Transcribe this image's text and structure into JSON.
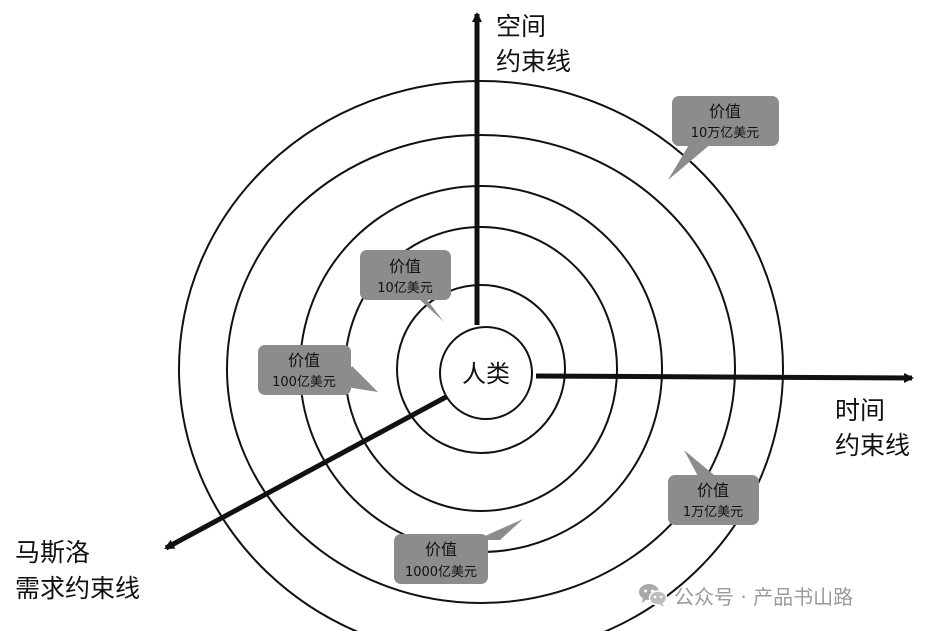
{
  "axes": {
    "space": {
      "line1": "空间",
      "line2": "约束线"
    },
    "time": {
      "line1": "时间",
      "line2": "约束线"
    },
    "maslow": {
      "line1": "马斯洛",
      "line2": "需求约束线"
    }
  },
  "center": {
    "label": "人类"
  },
  "callouts": [
    {
      "title": "价值",
      "value": "10亿美元"
    },
    {
      "title": "价值",
      "value": "100亿美元"
    },
    {
      "title": "价值",
      "value": "1000亿美元"
    },
    {
      "title": "价值",
      "value": "1万亿美元"
    },
    {
      "title": "价值",
      "value": "10万亿美元"
    }
  ],
  "watermark": {
    "icon": "wechat-icon",
    "text": "公众号 · 产品书山路"
  },
  "colors": {
    "callout_fill": "#8c8c8c",
    "line": "#111111",
    "watermark": "#9a9a9a"
  }
}
